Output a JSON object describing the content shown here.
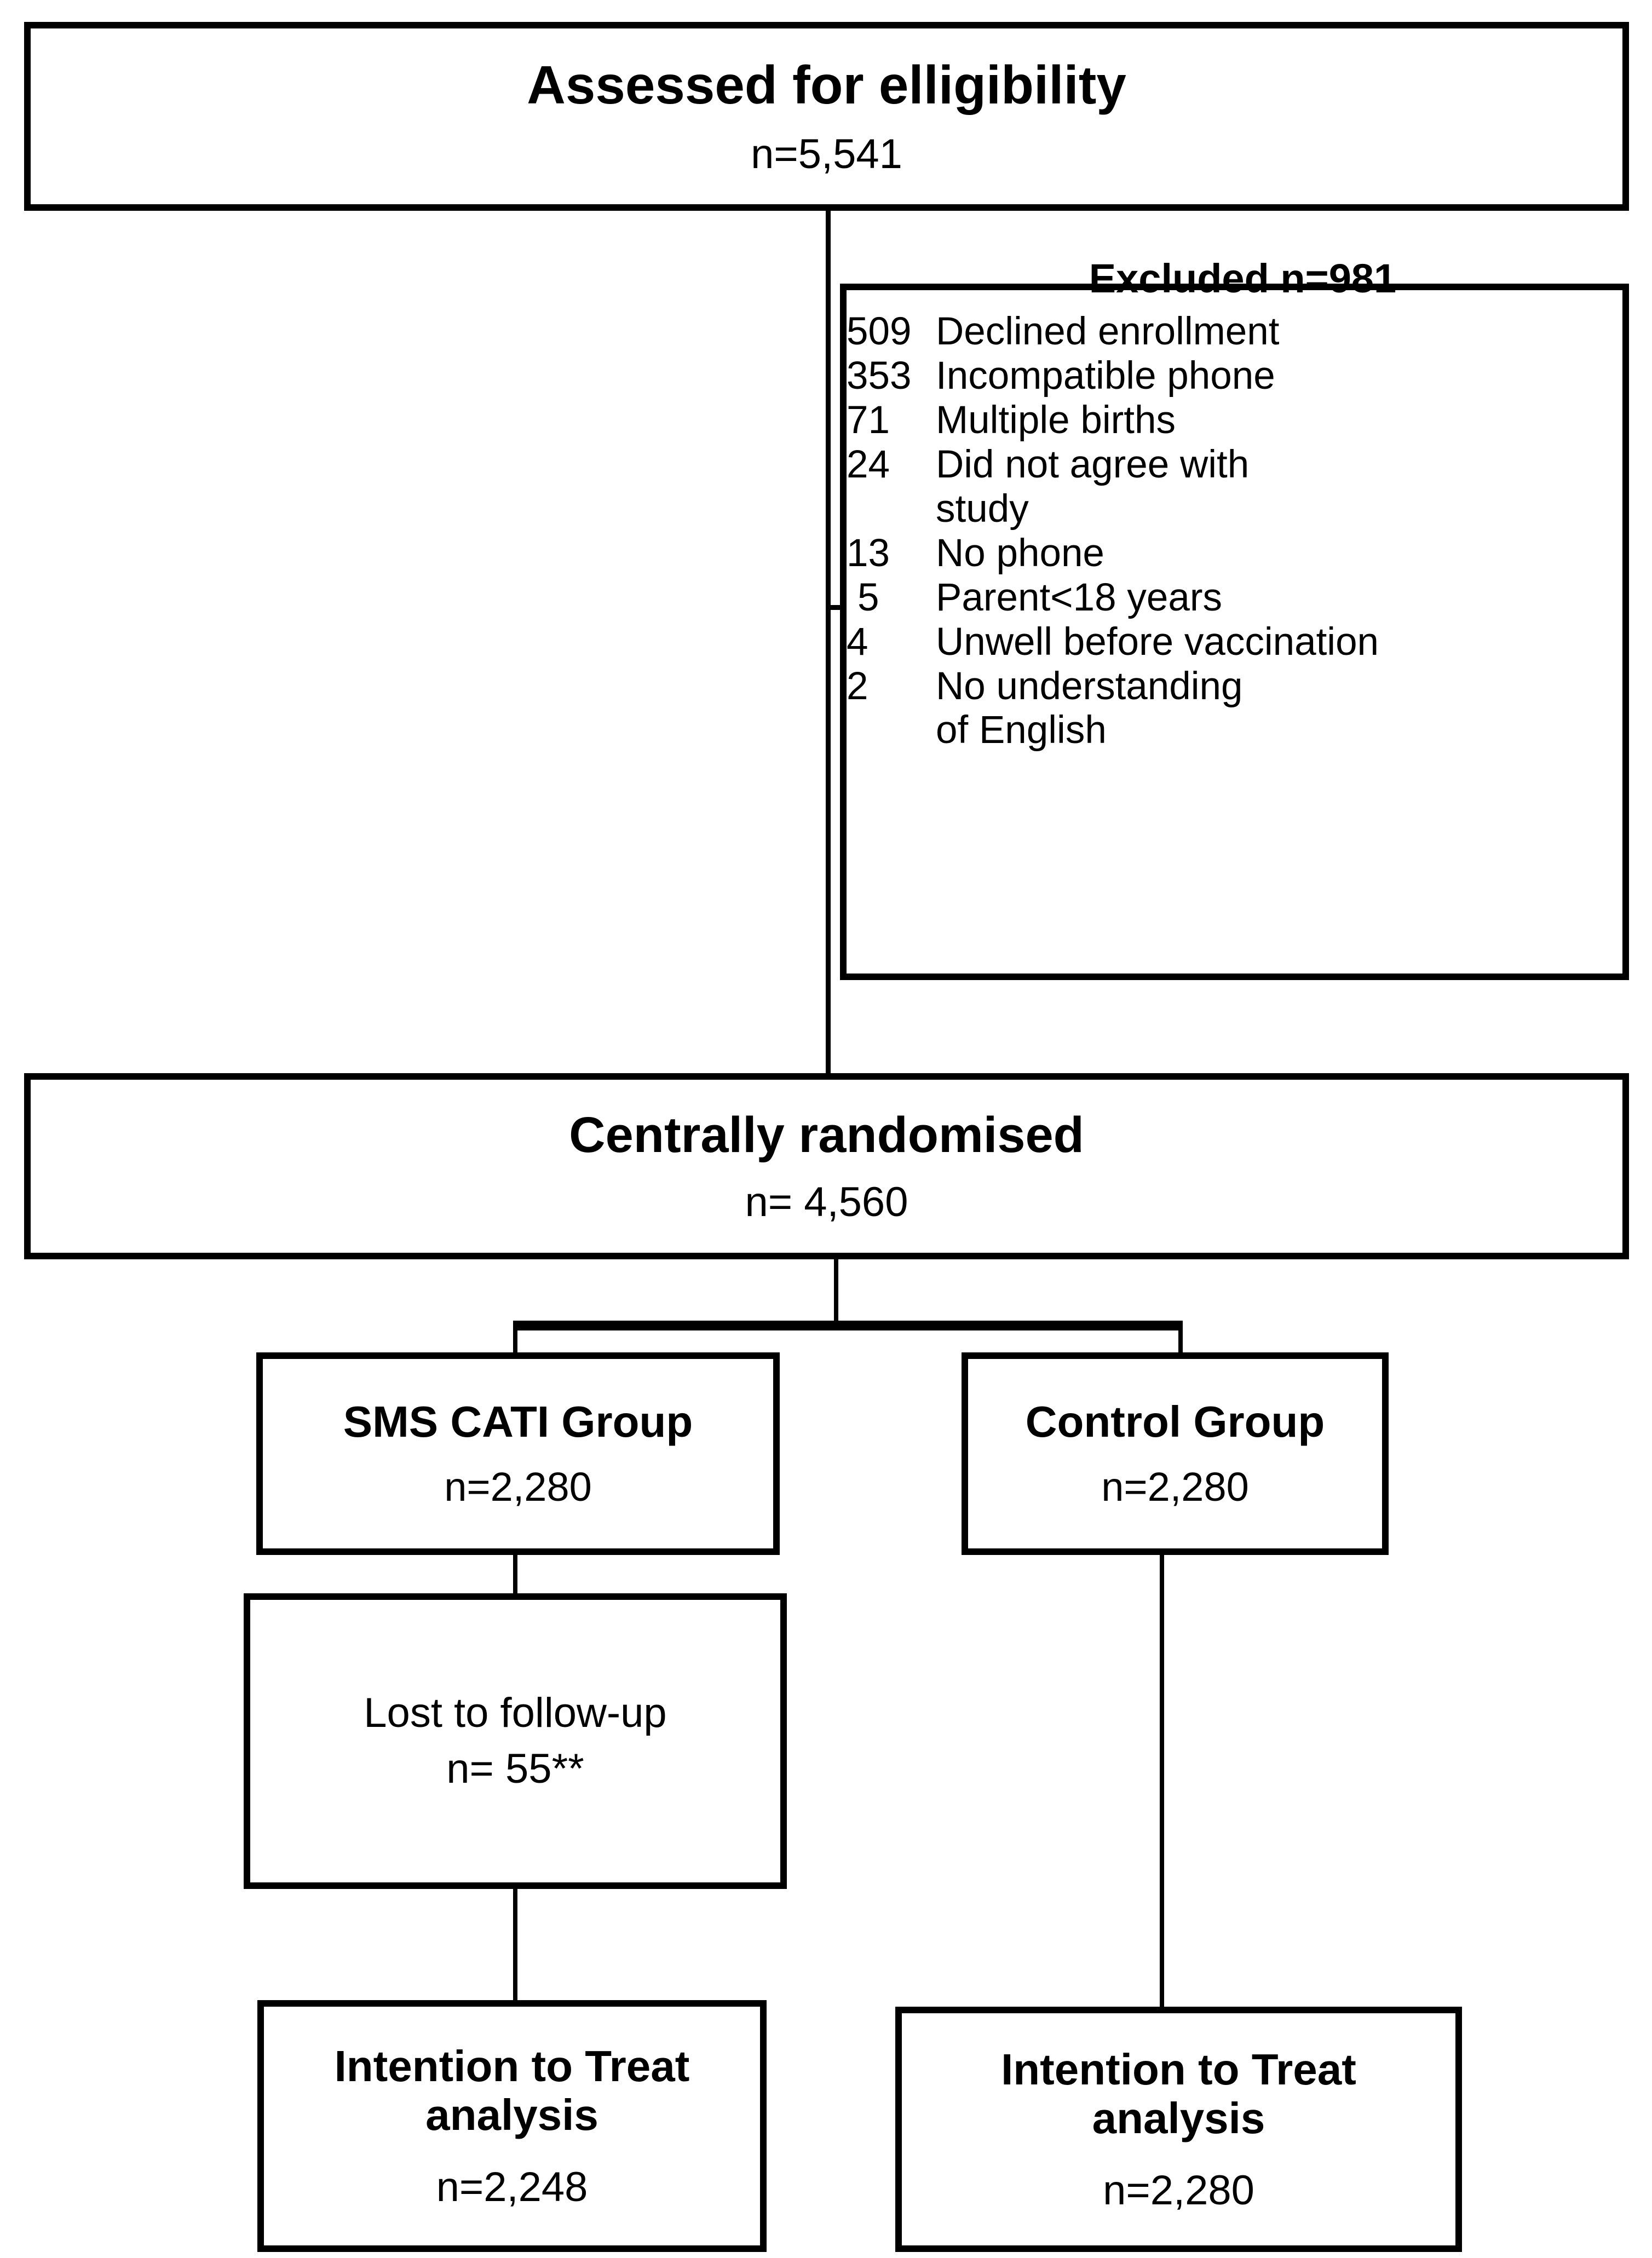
{
  "diagram": {
    "type": "consort-flow-diagram",
    "assessed": {
      "title": "Assessed for elligibility",
      "count": "n=5,541"
    },
    "excluded": {
      "title": "Excluded n=981",
      "rows": [
        {
          "count": "509",
          "reason": "Declined enrollment"
        },
        {
          "count": "353",
          "reason": "Incompatible phone"
        },
        {
          "count": "71",
          "reason": "Multiple births"
        },
        {
          "count": "24",
          "reason": "Did not agree with study"
        },
        {
          "count": "13",
          "reason": "No phone"
        },
        {
          "count": "5",
          "reason": "Parent<18 years"
        },
        {
          "count": "4",
          "reason": "Unwell before vaccination"
        },
        {
          "count": "2",
          "reason": "No understanding of English"
        }
      ]
    },
    "randomised": {
      "title": "Centrally randomised",
      "count": "n= 4,560"
    },
    "arms": {
      "intervention": {
        "title": "SMS CATI Group",
        "count": "n=2,280"
      },
      "control": {
        "title": "Control Group",
        "count": "n=2,280"
      }
    },
    "lost_to_followup": {
      "text": "Lost to  follow-up\nn= 55**"
    },
    "analysis": {
      "intervention": {
        "title": "Intention to Treat\nanalysis",
        "count": "n=2,248"
      },
      "control": {
        "title": "Intention to Treat\nanalysis",
        "count": "n=2,280"
      }
    },
    "colors": {
      "stroke": "#000000",
      "fill": "#ffffff"
    }
  }
}
